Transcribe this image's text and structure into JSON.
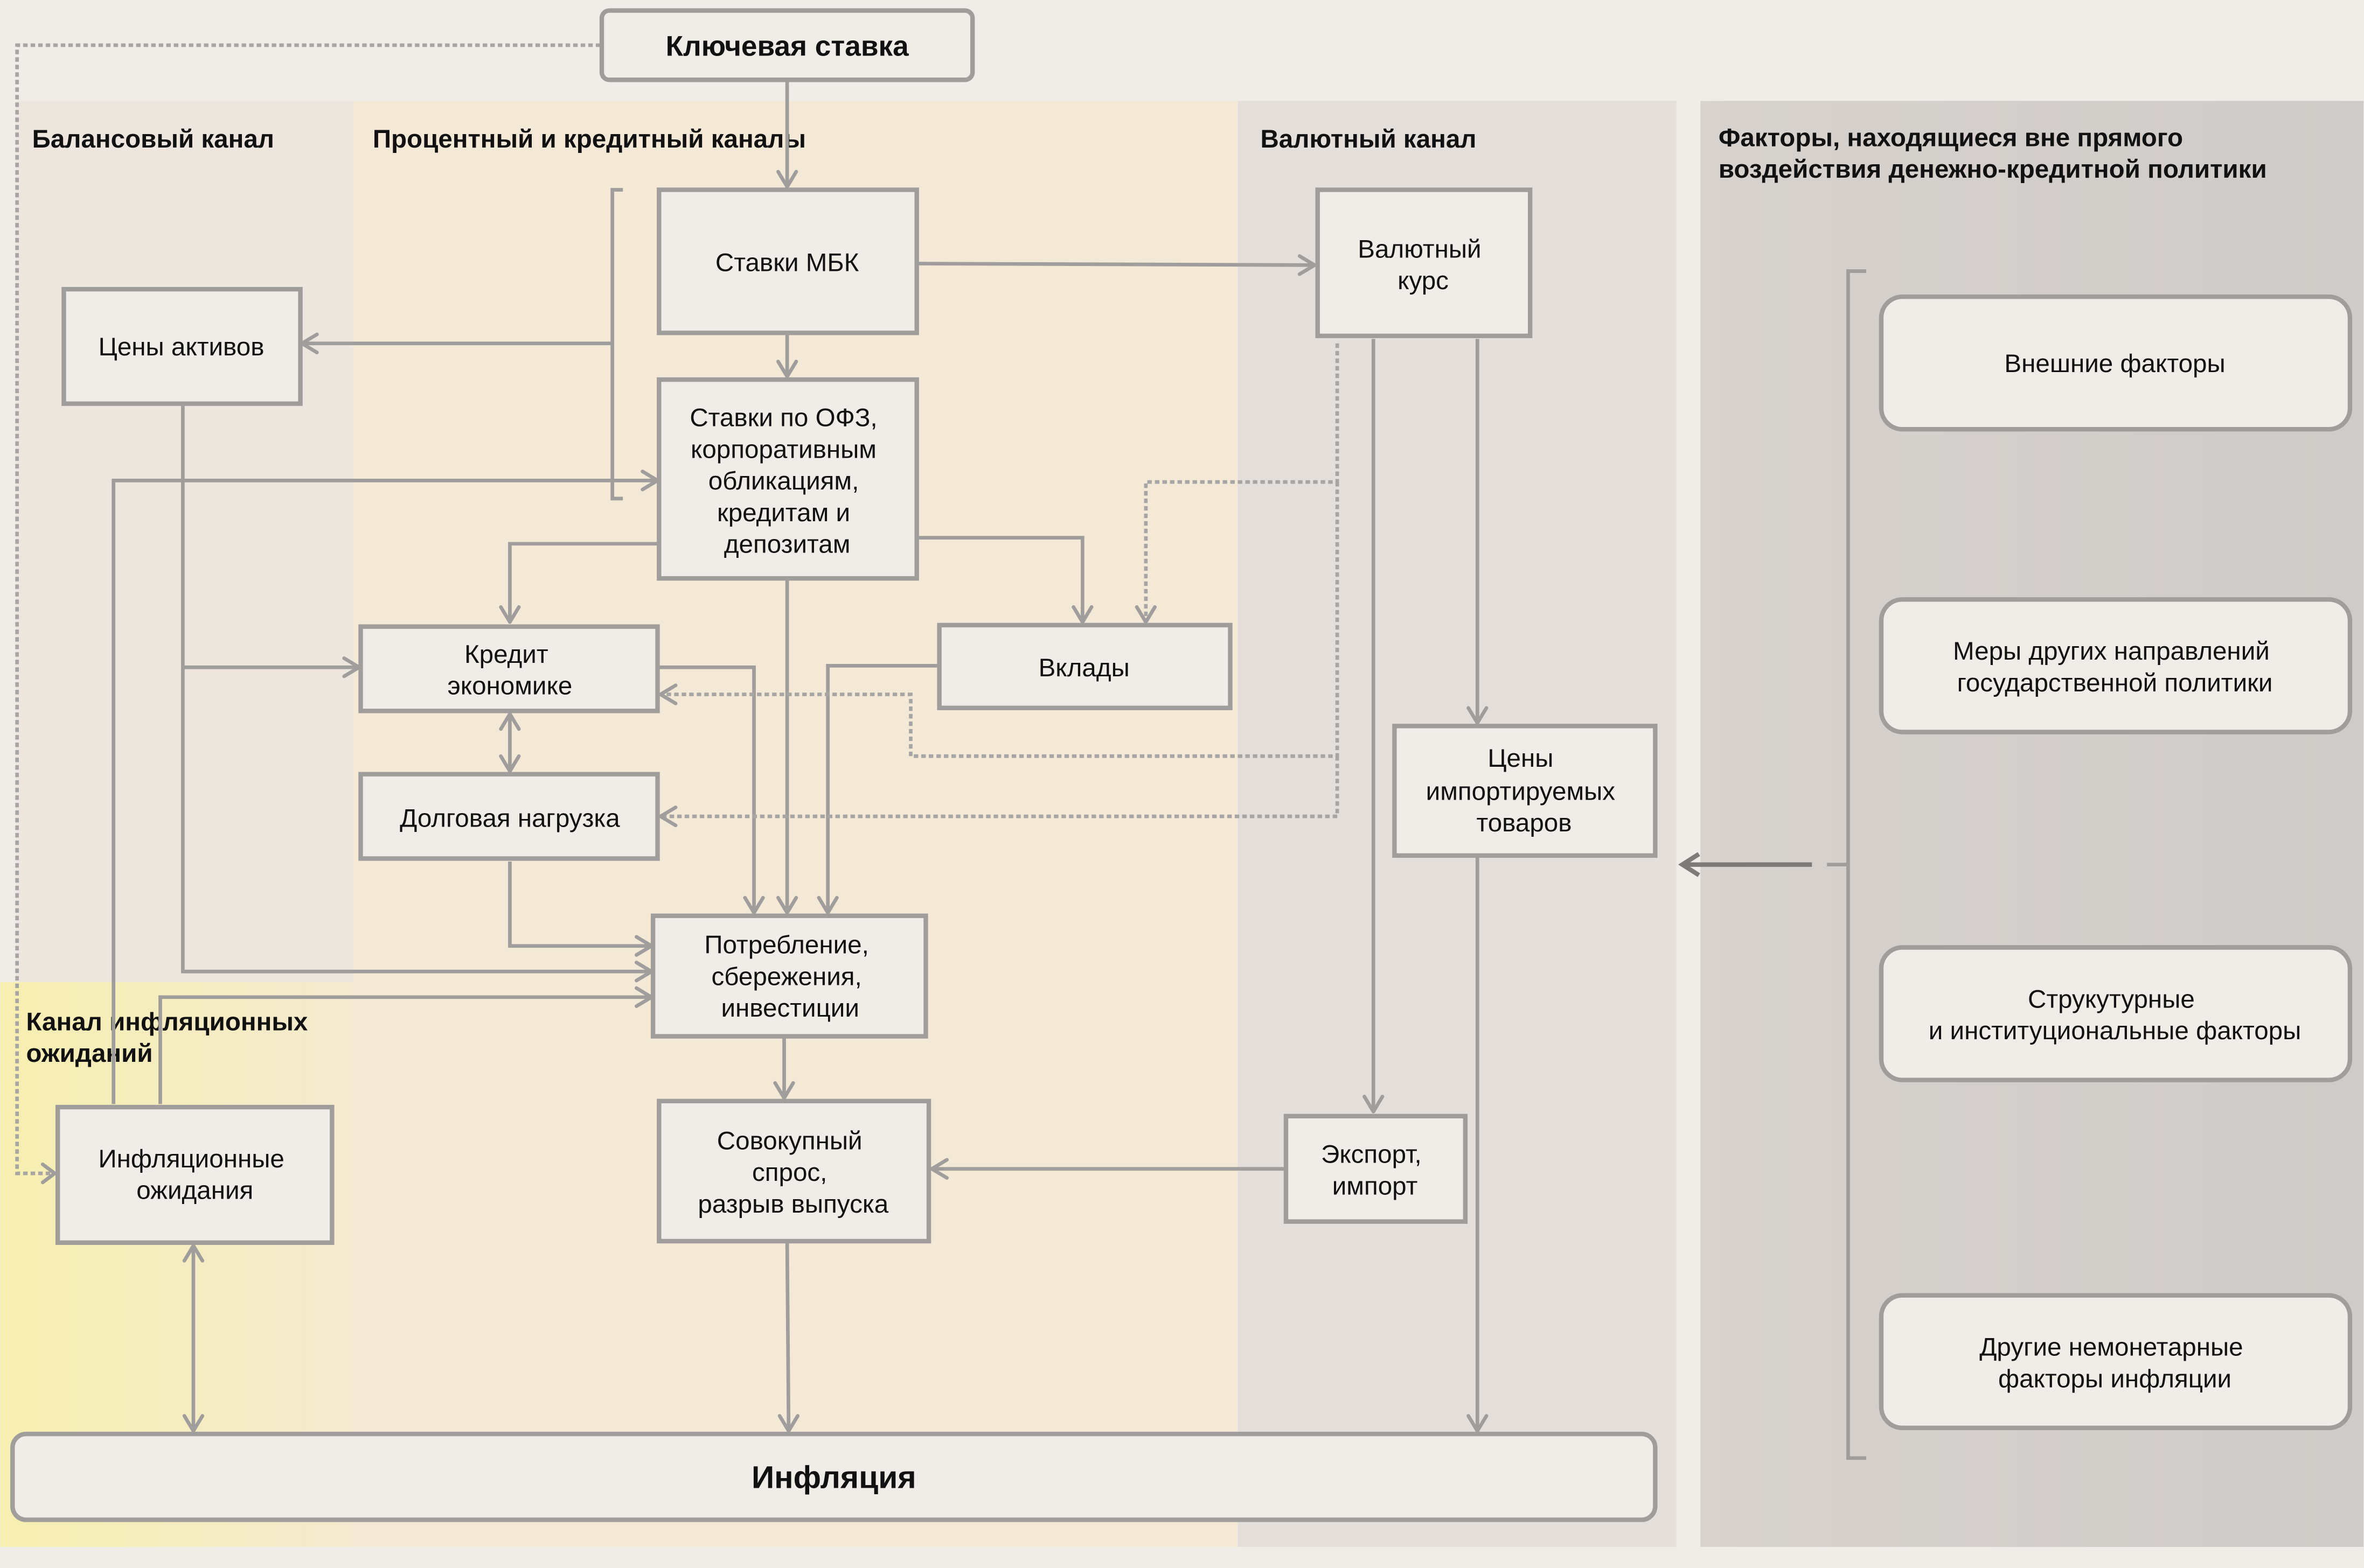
{
  "headers": {
    "key_rate": "Ключевая ставка",
    "balance_channel": "Балансовый канал",
    "interest_credit_channel": "Процентный и кредитный каналы",
    "currency_channel": "Валютный канал",
    "external_factors_line1": "Факторы, находящиеся вне прямого",
    "external_factors_line2": "воздействия денежно-кредитной политики",
    "inflation_exp_channel_line1": "Канал инфляционных",
    "inflation_exp_channel_line2": "ожиданий"
  },
  "nodes": {
    "mbk_rates": [
      "Ставки МБК"
    ],
    "asset_prices": [
      "Цены активов"
    ],
    "ofz_rates": [
      "Ставки по ОФЗ,",
      "корпоративным",
      "обликациям,",
      "кредитам и",
      "депозитам"
    ],
    "exchange_rate": [
      "Валютный",
      "курс"
    ],
    "credit": [
      "Кредит",
      "экономике"
    ],
    "deposits": [
      "Вклады"
    ],
    "debt_load": [
      "Долговая нагрузка"
    ],
    "import_prices": [
      "Цены",
      "импортируемых",
      "товаров"
    ],
    "consumption": [
      "Потребление,",
      "сбережения,",
      "инвестиции"
    ],
    "inflation_expectations": [
      "Инфляционные",
      "ожидания"
    ],
    "aggregate_demand": [
      "Совокупный",
      "спрос,",
      "разрыв выпуска"
    ],
    "export_import": [
      "Экспорт,",
      "импорт"
    ],
    "inflation": [
      "Инфляция"
    ]
  },
  "factors": [
    [
      "Внешние факторы"
    ],
    [
      "Меры других направлений",
      "государственной политики"
    ],
    [
      "Струкутурные",
      "и институциональные факторы"
    ],
    [
      "Другие немонетарные",
      "факторы инфляции"
    ]
  ],
  "colors": {
    "page_bg": "#f0ece8",
    "balance_bg": "#ede6df",
    "interest_bg": "#f4e9d6",
    "currency_bg": "#e4dfda",
    "external_bg": "#d2cecb",
    "inflation_exp_bg": "#f6edb8",
    "node_fill": "#f0ece8",
    "line": "#a09e9c"
  }
}
